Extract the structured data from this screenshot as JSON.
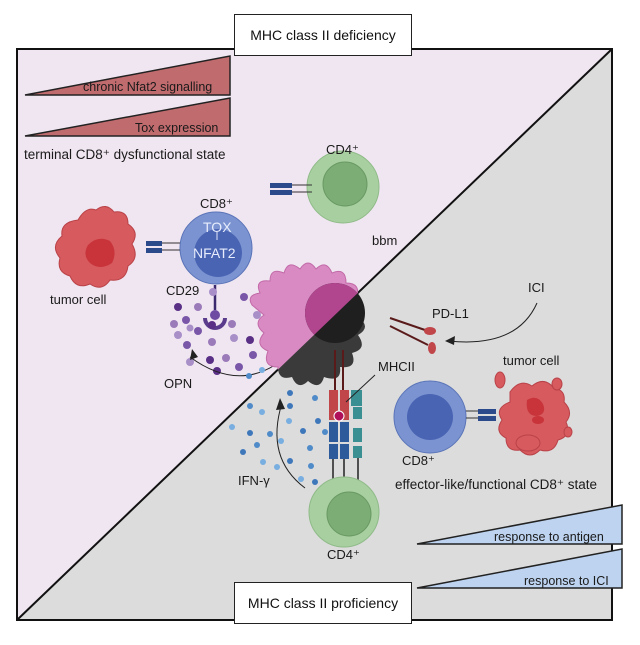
{
  "titles": {
    "top": "MHC class II deficiency",
    "bottom": "MHC class II proficiency"
  },
  "top_half": {
    "wedges": [
      {
        "label": "chronic Nfat2 signalling",
        "color": "#c06b6e"
      },
      {
        "label": "Tox expression",
        "color": "#c06b6e"
      }
    ],
    "state_label": "terminal CD8⁺ dysfunctional state",
    "tumor_cell_label": "tumor cell",
    "cd8_label": "CD8⁺",
    "tox_label": "TOX",
    "nfat2_label": "NFAT2",
    "cd29_label": "CD29",
    "opn_label": "OPN",
    "cd4_label": "CD4⁺",
    "bbm_label": "bbm",
    "background": "#f0e6f1"
  },
  "bottom_half": {
    "wedges": [
      {
        "label": "response to antigen",
        "color": "#bdd3ef"
      },
      {
        "label": "response to ICI",
        "color": "#bdd3ef"
      }
    ],
    "state_label": "effector-like/functional CD8⁺ state",
    "cd8_label": "CD8⁺",
    "tumor_cell_label": "tumor cell",
    "ici_label": "ICI",
    "pdl1_label": "PD-L1",
    "mhcii_label": "MHCII",
    "ifng_label": "IFN-γ",
    "cd4_label": "CD4⁺",
    "background": "#dcdcdc"
  },
  "colors": {
    "tumor": "#d65a5e",
    "tumor_core": "#c8343a",
    "cd8_outer": "#7b94d1",
    "cd8_inner": "#4a64b4",
    "cd4_outer": "#a8cfa0",
    "cd4_inner": "#7cad75",
    "bbm_pink": "#d98ac3",
    "bbm_dark": "#3a3a3a",
    "opn": "#8b68b0",
    "ifng": "#4f8ac9"
  }
}
